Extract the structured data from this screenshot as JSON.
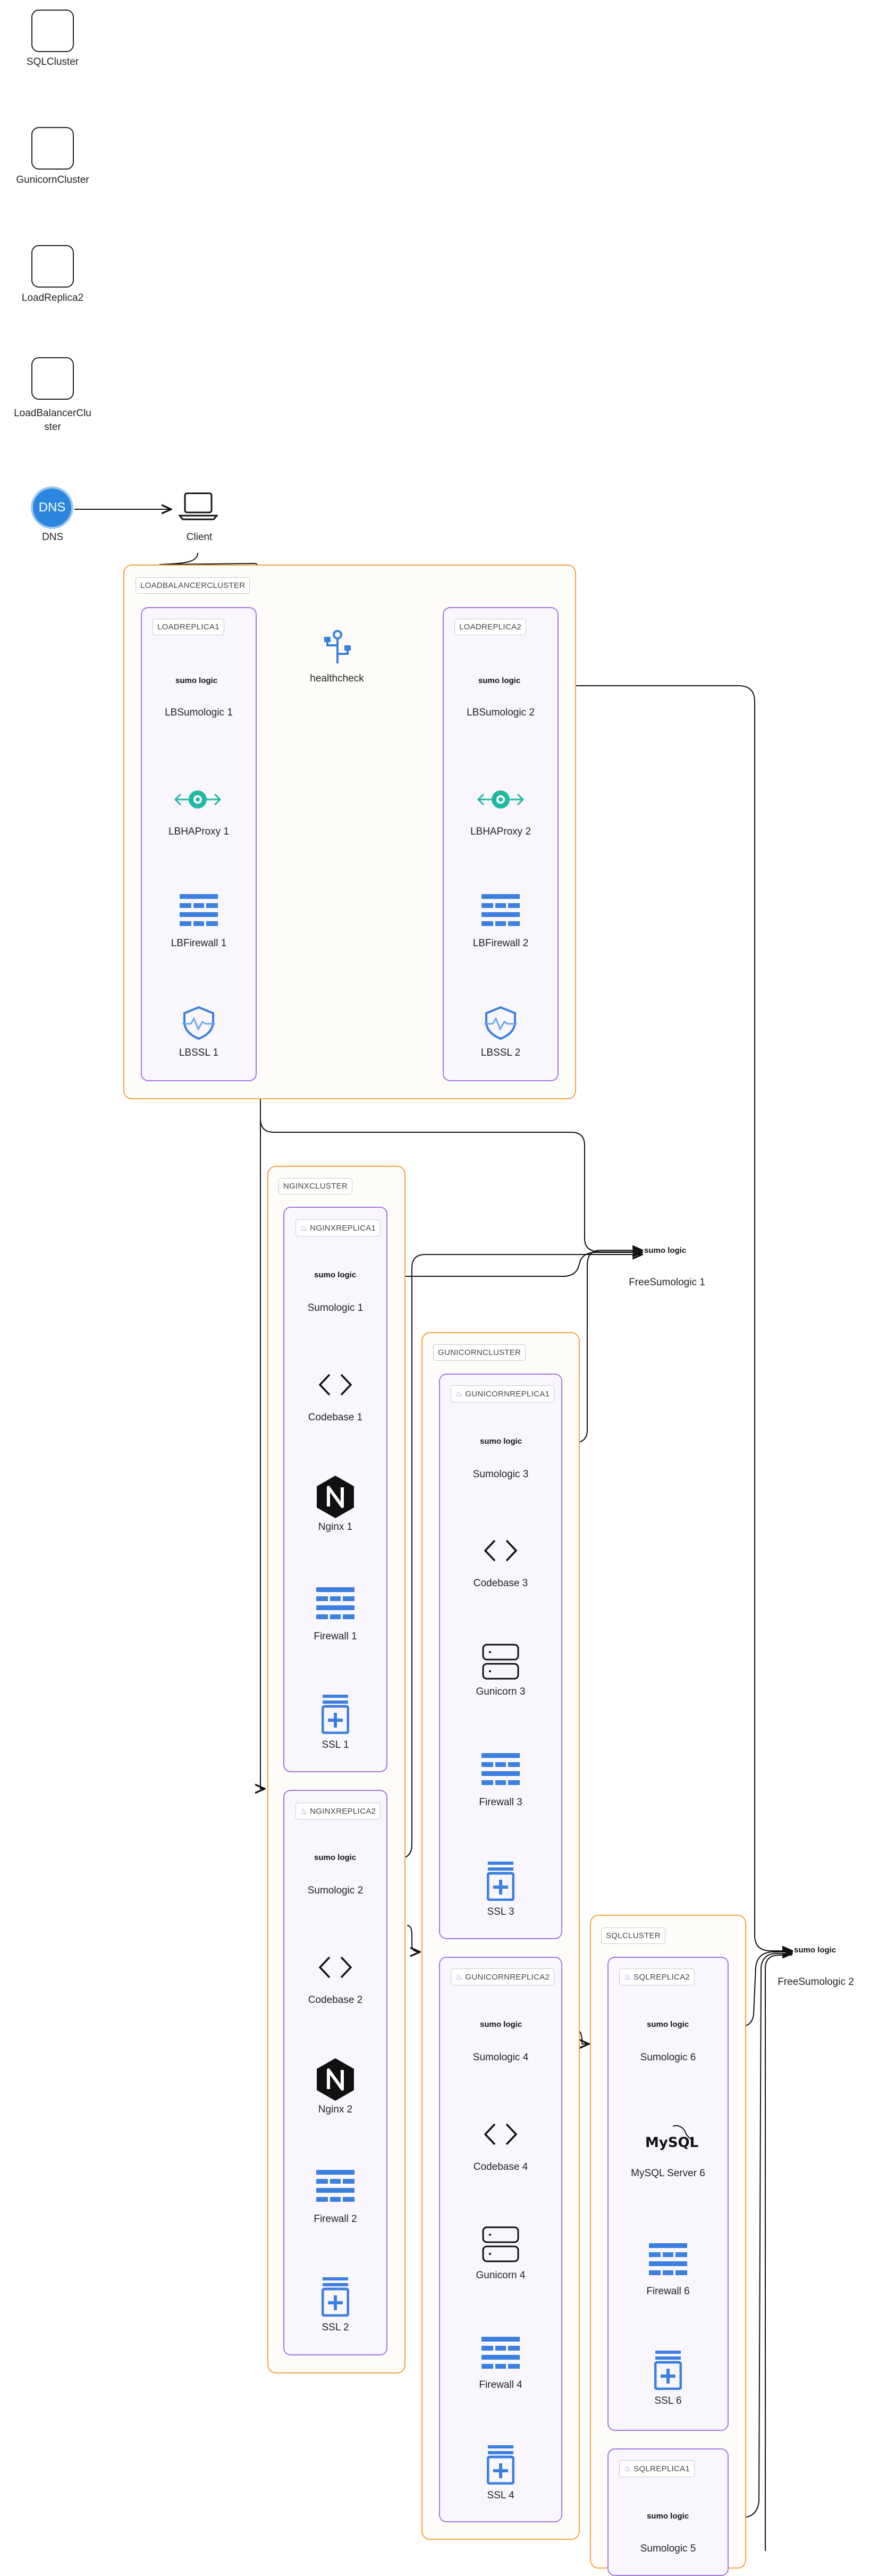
{
  "left_nodes": [
    {
      "label": "SQLCluster"
    },
    {
      "label": "GunicornCluster"
    },
    {
      "label": "LoadReplica2"
    },
    {
      "label": "LoadBalancerClu ster"
    }
  ],
  "dns": {
    "icon_text": "DNS",
    "label": "DNS"
  },
  "client": {
    "label": "Client"
  },
  "lb_cluster": {
    "tag": "LOADBALANCERCLUSTER"
  },
  "lb_replica1": {
    "tag": "LOADREPLICA1",
    "sumo": "sumo logic",
    "sumo_label": "LBSumologic 1",
    "haproxy": "LBHAProxy 1",
    "firewall": "LBFirewall 1",
    "ssl": "LBSSL 1"
  },
  "lb_replica2": {
    "tag": "LOADREPLICA2",
    "sumo": "sumo logic",
    "sumo_label": "LBSumologic 2",
    "haproxy": "LBHAProxy 2",
    "firewall": "LBFirewall 2",
    "ssl": "LBSSL 2"
  },
  "healthcheck": {
    "label": "healthcheck"
  },
  "free_sumo_1": {
    "sumo": "sumo logic",
    "label": "FreeSumologic 1"
  },
  "free_sumo_2": {
    "sumo": "sumo logic",
    "label": "FreeSumologic 2"
  },
  "nginx_cluster": {
    "tag": "NGINXCLUSTER"
  },
  "nginx_replica1": {
    "tag": "NGINXREPLICA1",
    "sumo": "sumo logic",
    "sumo_label": "Sumologic 1",
    "codebase": "Codebase 1",
    "nginx": "Nginx 1",
    "firewall": "Firewall 1",
    "ssl": "SSL 1"
  },
  "nginx_replica2": {
    "tag": "NGINXREPLICA2",
    "sumo": "sumo logic",
    "sumo_label": "Sumologic 2",
    "codebase": "Codebase 2",
    "nginx": "Nginx 2",
    "firewall": "Firewall 2",
    "ssl": "SSL 2"
  },
  "gunicorn_cluster": {
    "tag": "GUNICORNCLUSTER"
  },
  "gunicorn_replica1": {
    "tag": "GUNICORNREPLICA1",
    "sumo": "sumo logic",
    "sumo_label": "Sumologic 3",
    "codebase": "Codebase 3",
    "gunicorn": "Gunicorn 3",
    "firewall": "Firewall 3",
    "ssl": "SSL 3"
  },
  "gunicorn_replica2": {
    "tag": "GUNICORNREPLICA2",
    "sumo": "sumo logic",
    "sumo_label": "Sumologic 4",
    "codebase": "Codebase 4",
    "gunicorn": "Gunicorn 4",
    "firewall": "Firewall 4",
    "ssl": "SSL 4"
  },
  "sql_cluster": {
    "tag": "SQLCLUSTER"
  },
  "sql_replica2": {
    "tag": "SQLREPLICA2",
    "sumo": "sumo logic",
    "sumo_label": "Sumologic 6",
    "mysql_logo": "MySQL",
    "mysql": "MySQL Server 6",
    "firewall": "Firewall 6",
    "ssl": "SSL 6"
  },
  "sql_replica1": {
    "tag": "SQLREPLICA1",
    "sumo": "sumo logic",
    "sumo_label": "Sumologic 5"
  },
  "colors": {
    "cluster_border": "#f5a444",
    "replica_border": "#a475e6",
    "icon_blue": "#3b7fe0",
    "haproxy_teal": "#21b8a2",
    "dns_blue": "#2d86de"
  }
}
